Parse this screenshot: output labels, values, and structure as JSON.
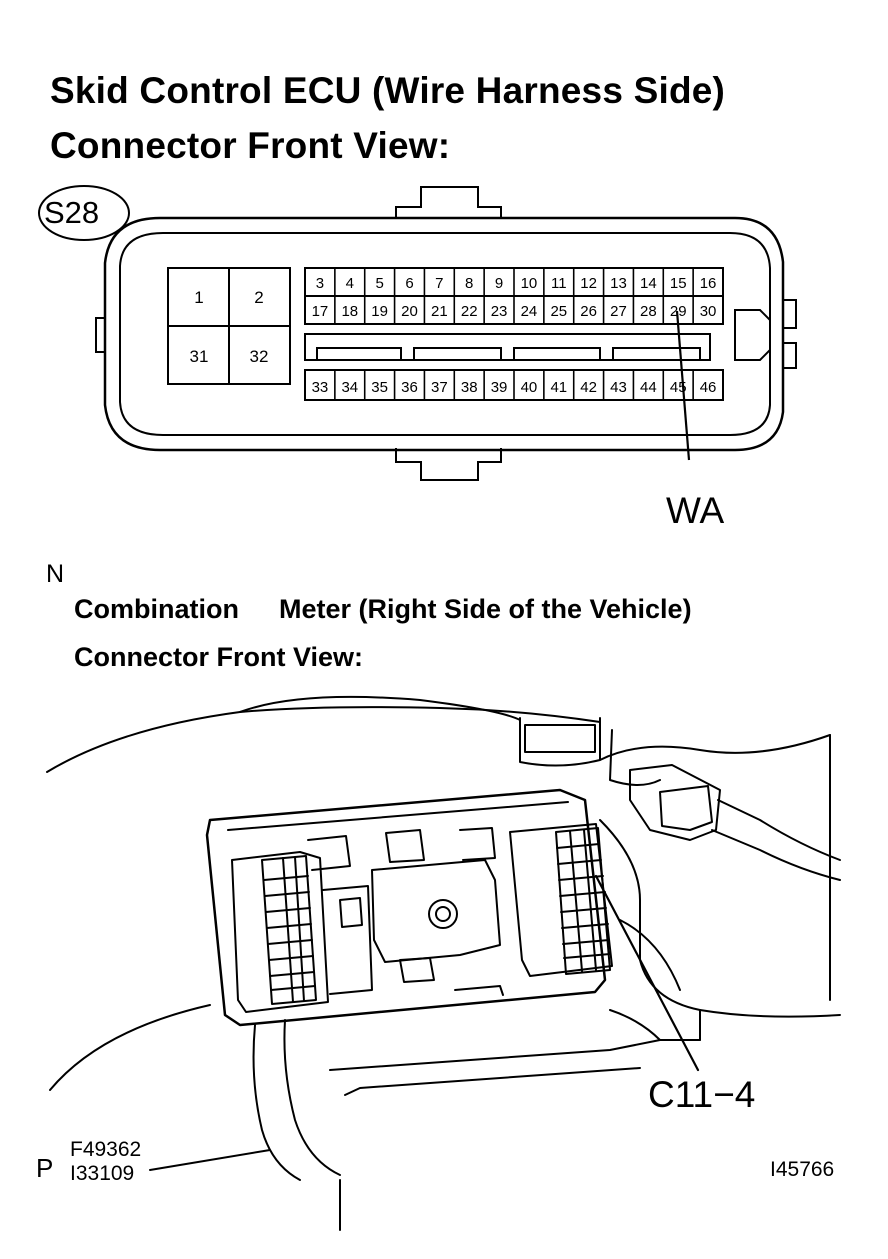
{
  "top": {
    "title_line1": "Skid Control ECU (Wire Harness Side)",
    "title_line2": "Connector Front View:",
    "connector_code": "S28",
    "large_pins": [
      "1",
      "2",
      "31",
      "32"
    ],
    "row1_pins": [
      "3",
      "4",
      "5",
      "6",
      "7",
      "8",
      "9",
      "10",
      "11",
      "12",
      "13",
      "14",
      "15",
      "16"
    ],
    "row2_pins": [
      "17",
      "18",
      "19",
      "20",
      "21",
      "22",
      "23",
      "24",
      "25",
      "26",
      "27",
      "28",
      "29",
      "30"
    ],
    "row3_pins": [
      "33",
      "34",
      "35",
      "36",
      "37",
      "38",
      "39",
      "40",
      "41",
      "42",
      "43",
      "44",
      "45",
      "46"
    ],
    "callout": "WA"
  },
  "marker_n": "N",
  "bottom": {
    "title_line1_a": "Combination",
    "title_line1_b": "Meter (Right Side of the Vehicle)",
    "title_line2": "Connector Front View:",
    "callout": "C11−4"
  },
  "footer": {
    "marker_p": "P",
    "code1": "F49362",
    "code2": "I33109",
    "figure_id": "I45766"
  }
}
